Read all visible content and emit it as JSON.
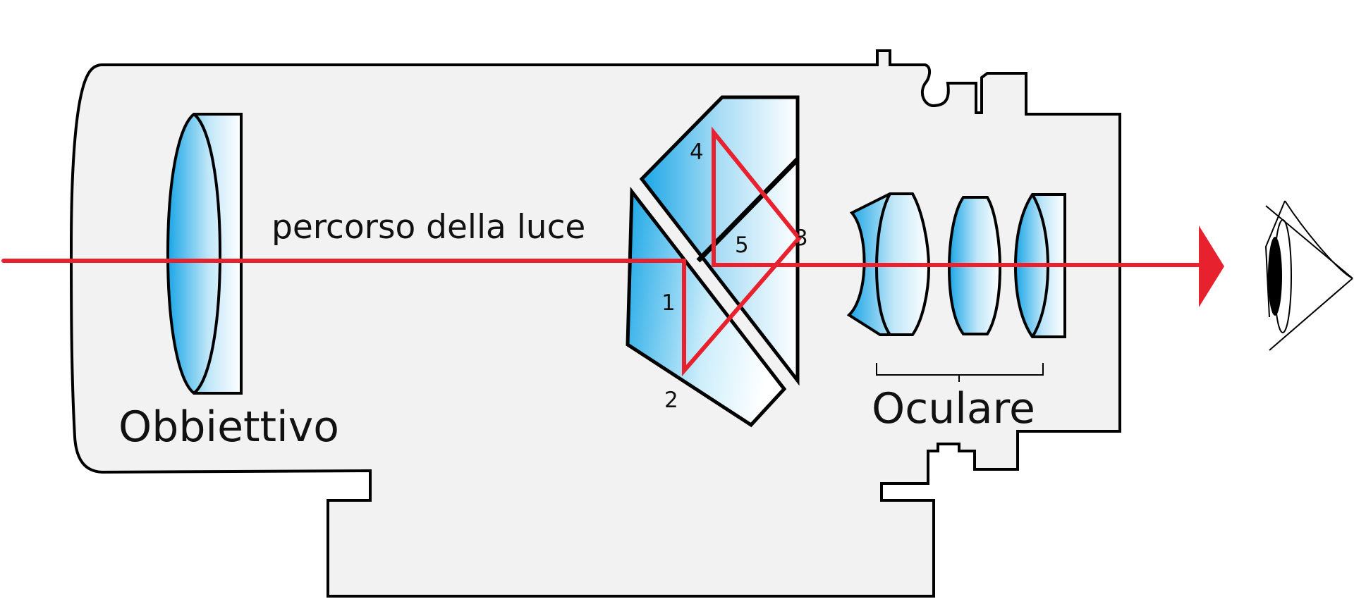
{
  "labels": {
    "objective": "Obbiettivo",
    "light_path": "percorso della luce",
    "eyepiece": "Oculare",
    "reflection_points": [
      "1",
      "2",
      "3",
      "4",
      "5"
    ]
  },
  "colors": {
    "housing_fill": "#f2f2f2",
    "outline": "#000000",
    "light_ray": "#e8212e",
    "glass_dark": "#1aa6e6",
    "glass_light": "#ffffff"
  },
  "icons": {
    "eye": "eye-icon",
    "arrow": "arrowhead-icon"
  }
}
